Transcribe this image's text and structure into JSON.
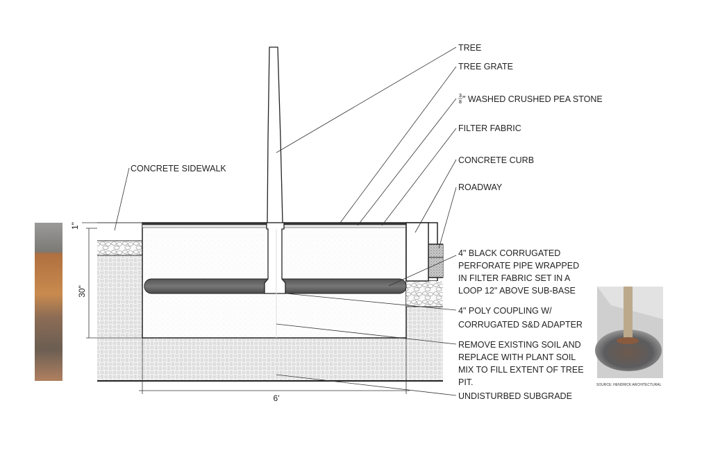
{
  "labels": {
    "tree": "TREE",
    "tree_grate": "TREE GRATE",
    "pea_stone_fraction_num": "3",
    "pea_stone_fraction_den": "8",
    "pea_stone": "\" WASHED CRUSHED PEA STONE",
    "filter_fabric": "FILTER FABRIC",
    "concrete_curb": "CONCRETE CURB",
    "roadway": "ROADWAY",
    "concrete_sidewalk": "CONCRETE SIDEWALK",
    "pipe": [
      "4\" BLACK CORRUGATED",
      "PERFORATE PIPE WRAPPED",
      "IN FILTER FABRIC SET IN A",
      "LOOP 12\" ABOVE SUB-BASE"
    ],
    "coupling": [
      "4\" POLY COUPLING W/",
      "CORRUGATED S&D ADAPTER"
    ],
    "soil": [
      "REMOVE EXISTING SOIL AND",
      "REPLACE WITH PLANT SOIL",
      "MIX TO FILL EXTENT OF TREE",
      "PIT."
    ],
    "subgrade": "UNDISTURBED SUBGRADE"
  },
  "dimensions": {
    "grate_depth": "1\"",
    "pit_depth": "30\"",
    "pit_width": "6'"
  },
  "photo_caption": "SOURCE: HENDRICK ARCHITECTURAL"
}
